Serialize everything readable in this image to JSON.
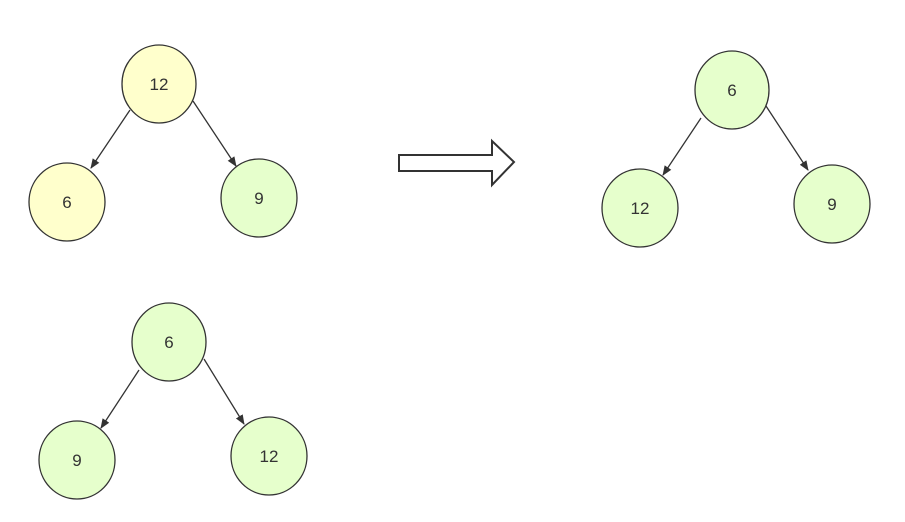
{
  "colors": {
    "node_yellow": "#ffffcc",
    "node_green": "#e6ffcc",
    "stroke": "#333333",
    "background": "#ffffff"
  },
  "trees": {
    "before": {
      "root": {
        "label": "12",
        "fill": "#ffffcc"
      },
      "left": {
        "label": "6",
        "fill": "#ffffcc"
      },
      "right": {
        "label": "9",
        "fill": "#e6ffcc"
      }
    },
    "after": {
      "root": {
        "label": "6",
        "fill": "#e6ffcc"
      },
      "left": {
        "label": "12",
        "fill": "#e6ffcc"
      },
      "right": {
        "label": "9",
        "fill": "#e6ffcc"
      }
    },
    "alternate": {
      "root": {
        "label": "6",
        "fill": "#e6ffcc"
      },
      "left": {
        "label": "9",
        "fill": "#e6ffcc"
      },
      "right": {
        "label": "12",
        "fill": "#e6ffcc"
      }
    }
  },
  "transition_arrow": {
    "icon": "right-arrow-icon"
  }
}
